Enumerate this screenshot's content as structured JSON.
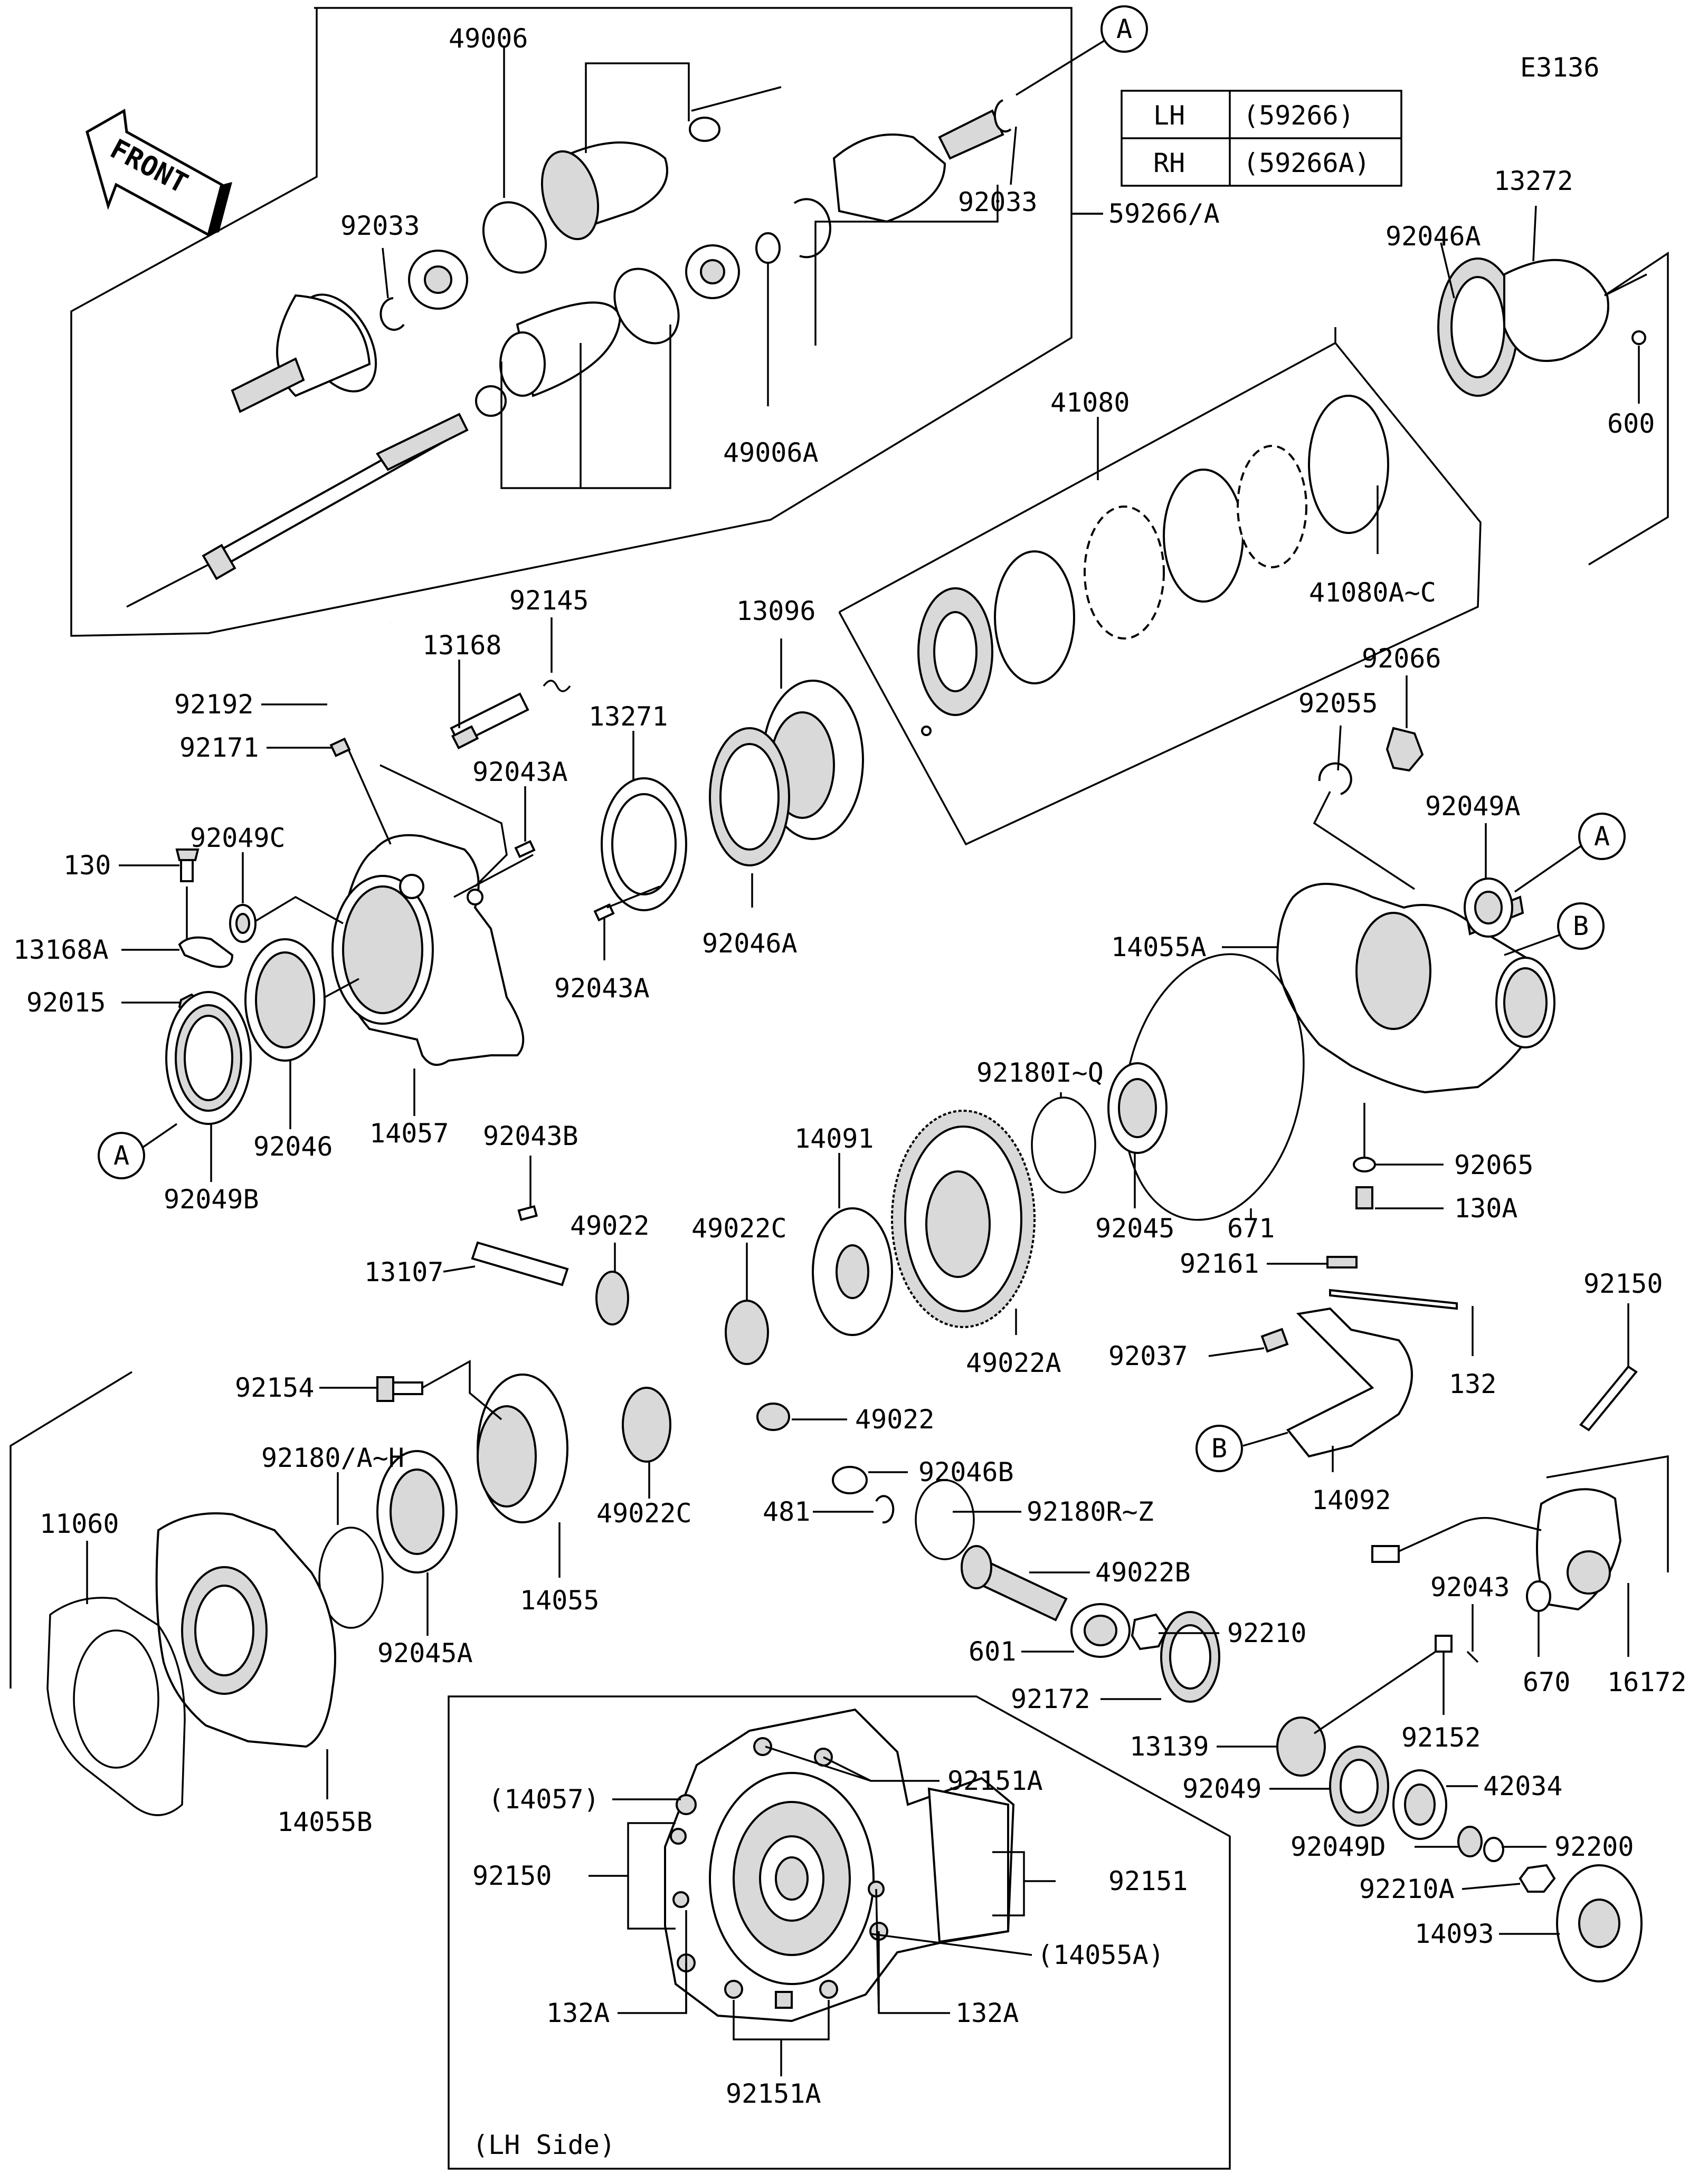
{
  "diagram": {
    "code": "E3136",
    "front_arrow_text": "FRONT",
    "legend": {
      "rows": [
        {
          "side": "LH",
          "part": "(59266)"
        },
        {
          "side": "RH",
          "part": "(59266A)"
        }
      ]
    },
    "callouts": {
      "A": "A",
      "B": "B"
    },
    "labels": {
      "p49006": "49006",
      "p92033_l": "92033",
      "p92033_r": "92033",
      "p59266": "59266/A",
      "p49006A": "49006A",
      "p92046A_top": "92046A",
      "p13272": "13272",
      "p600": "600",
      "p41080": "41080",
      "p41080AC": "41080A~C",
      "p13096": "13096",
      "p92145": "92145",
      "p13168": "13168",
      "p92192": "92192",
      "p92171": "92171",
      "p13271": "13271",
      "p92043A_1": "92043A",
      "p92043A_2": "92043A",
      "p92046A_mid": "92046A",
      "p130": "130",
      "p92049C": "92049C",
      "p13168A": "13168A",
      "p92015": "92015",
      "p92049B": "92049B",
      "p92046": "92046",
      "p14057": "14057",
      "p92055": "92055",
      "p92066": "92066",
      "p92049A": "92049A",
      "p14055A": "14055A",
      "p92180IQ": "92180I~Q",
      "p14091": "14091",
      "p92045": "92045",
      "p671": "671",
      "p92065": "92065",
      "p130A": "130A",
      "p92043B": "92043B",
      "p49022_a": "49022",
      "p49022C_a": "49022C",
      "p13107": "13107",
      "p49022A": "49022A",
      "p92161": "92161",
      "p92037": "92037",
      "p132": "132",
      "p92150_r": "92150",
      "p14092": "14092",
      "p92154": "92154",
      "p49022_b": "49022",
      "p92180AH": "92180/A~H",
      "p92046B": "92046B",
      "p11060": "11060",
      "p49022C_b": "49022C",
      "p481": "481",
      "p92180RZ": "92180R~Z",
      "p14055": "14055",
      "p92045A": "92045A",
      "p49022B": "49022B",
      "p92043": "92043",
      "p601": "601",
      "p92210": "92210",
      "p670": "670",
      "p16172": "16172",
      "p92172": "92172",
      "p13139": "13139",
      "p92152": "92152",
      "p92049": "92049",
      "p42034": "42034",
      "p14055B": "14055B",
      "p92049D": "92049D",
      "p92200": "92200",
      "p92210A": "92210A",
      "p14093": "14093"
    },
    "inset": {
      "title": "(LH Side)",
      "labels": {
        "i14057": "(14057)",
        "i92151A_top": "92151A",
        "i92150": "92150",
        "i92151": "92151",
        "i14055A": "(14055A)",
        "i132A_l": "132A",
        "i132A_r": "132A",
        "i92151A_bot": "92151A"
      }
    }
  }
}
